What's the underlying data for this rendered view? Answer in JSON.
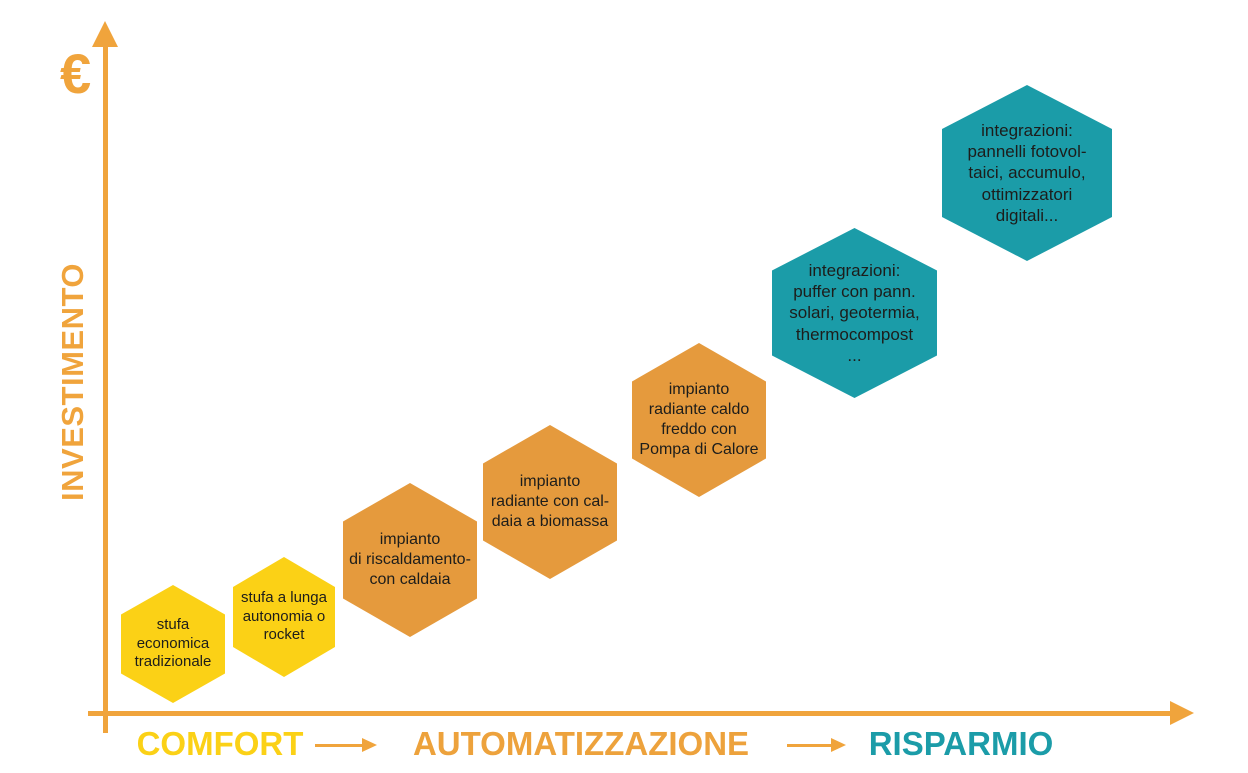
{
  "colors": {
    "yellow": "#FBD116",
    "orange": "#E59A3D",
    "teal": "#1B9CA8",
    "axis": "#F0A43C",
    "hex_text": "#1D1D1B",
    "comfort": "#FBD116",
    "automatizzazione": "#EDA23C",
    "risparmio": "#1B9CA8"
  },
  "y_axis": {
    "unit": "€",
    "label": "INVESTIMENTO"
  },
  "x_axis": {
    "labels": [
      {
        "text": "COMFORT"
      },
      {
        "text": "AUTOMATIZZAZIONE"
      },
      {
        "text": "RISPARMIO"
      }
    ]
  },
  "hexagons": [
    {
      "label": "stufa\neconomica\ntradizionale",
      "tier": "yellow"
    },
    {
      "label": "stufa a lunga\nautonomia o\nrocket",
      "tier": "yellow"
    },
    {
      "label": "impianto\ndi riscaldamento-\ncon caldaia",
      "tier": "orange"
    },
    {
      "label": "impianto\nradiante con cal-\ndaia a biomassa",
      "tier": "orange"
    },
    {
      "label": "impianto\nradiante caldo\nfreddo con\nPompa di Calore",
      "tier": "orange"
    },
    {
      "label": "integrazioni:\npuffer con pann.\nsolari, geotermia,\nthermocompost\n...",
      "tier": "teal"
    },
    {
      "label": "integrazioni:\npannelli fotovol-\ntaici, accumulo,\nottimizzatori\ndigitali...",
      "tier": "teal"
    }
  ]
}
